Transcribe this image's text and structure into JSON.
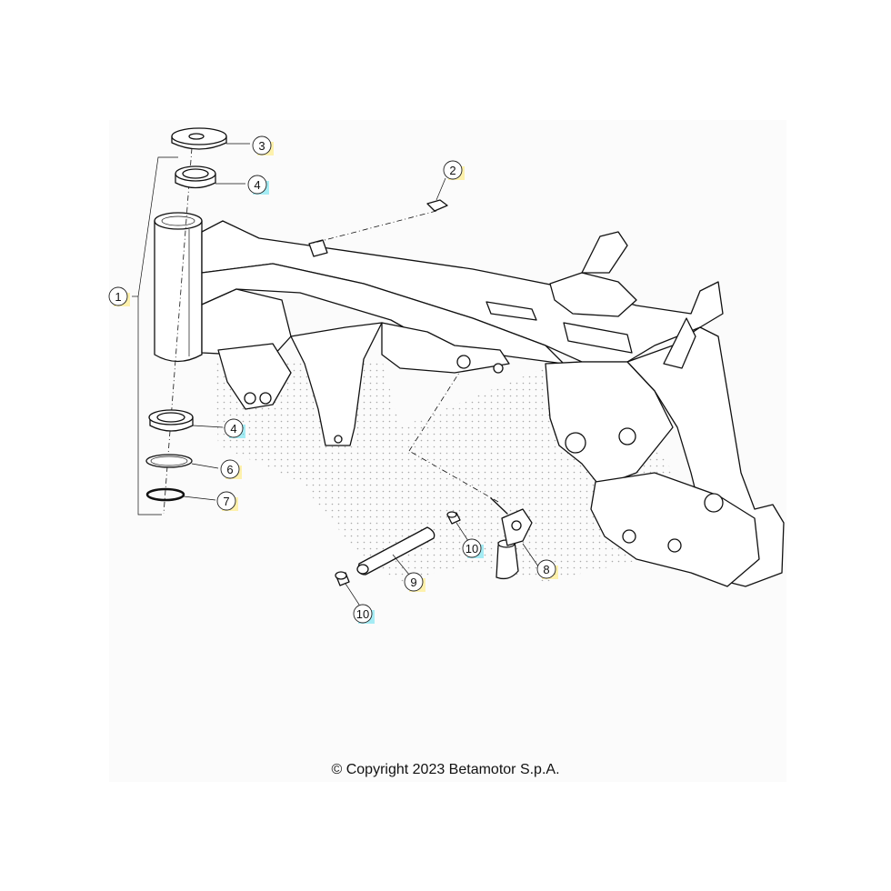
{
  "copyright": "© Copyright 2023 Betamotor S.p.A.",
  "callouts": [
    {
      "label": "1",
      "highlight": "#ffe96b"
    },
    {
      "label": "2",
      "highlight": "#ffe96b"
    },
    {
      "label": "3",
      "highlight": "#ffe96b"
    },
    {
      "label": "4",
      "highlight": "#5fe0ee"
    },
    {
      "label": "4",
      "highlight": "#5fe0ee"
    },
    {
      "label": "6",
      "highlight": "#ffe96b"
    },
    {
      "label": "7",
      "highlight": "#ffe96b"
    },
    {
      "label": "8",
      "highlight": "#ffe96b"
    },
    {
      "label": "9",
      "highlight": "#ffe96b"
    },
    {
      "label": "10",
      "highlight": "#5fe0ee"
    },
    {
      "label": "10",
      "highlight": "#5fe0ee"
    }
  ]
}
